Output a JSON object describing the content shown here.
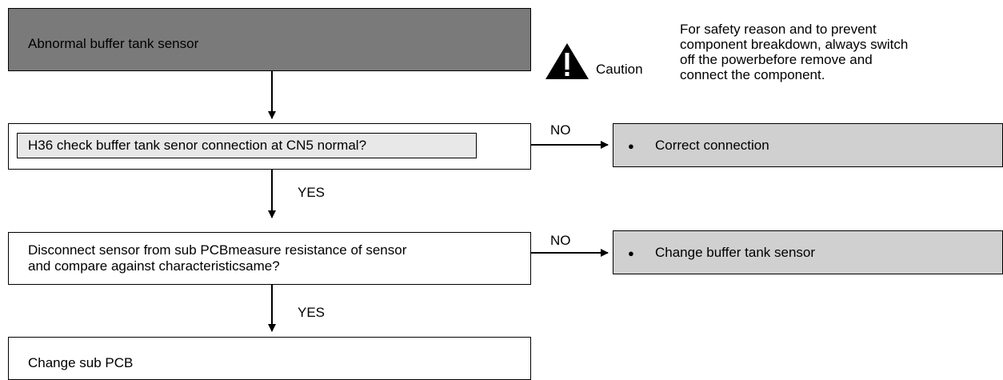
{
  "steps": {
    "start": "Abnormal buffer tank sensor",
    "check1": "H36 check buffer tank senor connection at CN5 normal?",
    "check2_line1": "Disconnect sensor from sub PCBmeasure resistance of sensor",
    "check2_line2": "and compare against characteristicsame?",
    "end": "Change sub PCB"
  },
  "actions": {
    "action1": "Correct connection",
    "action2": "Change buffer tank sensor"
  },
  "labels": {
    "no1": "NO",
    "no2": "NO",
    "yes1": "YES",
    "yes2": "YES"
  },
  "caution": {
    "label": "Caution",
    "line1": "For safety reason and to prevent",
    "line2": "component breakdown, always switch",
    "line3": "off the powerbefore remove and",
    "line4": "connect the component."
  },
  "bullet_glyph": "●",
  "colors": {
    "start_fill": "#7a7a7a",
    "action_fill": "#d0d0d0",
    "inner_fill": "#e8e8e8"
  }
}
